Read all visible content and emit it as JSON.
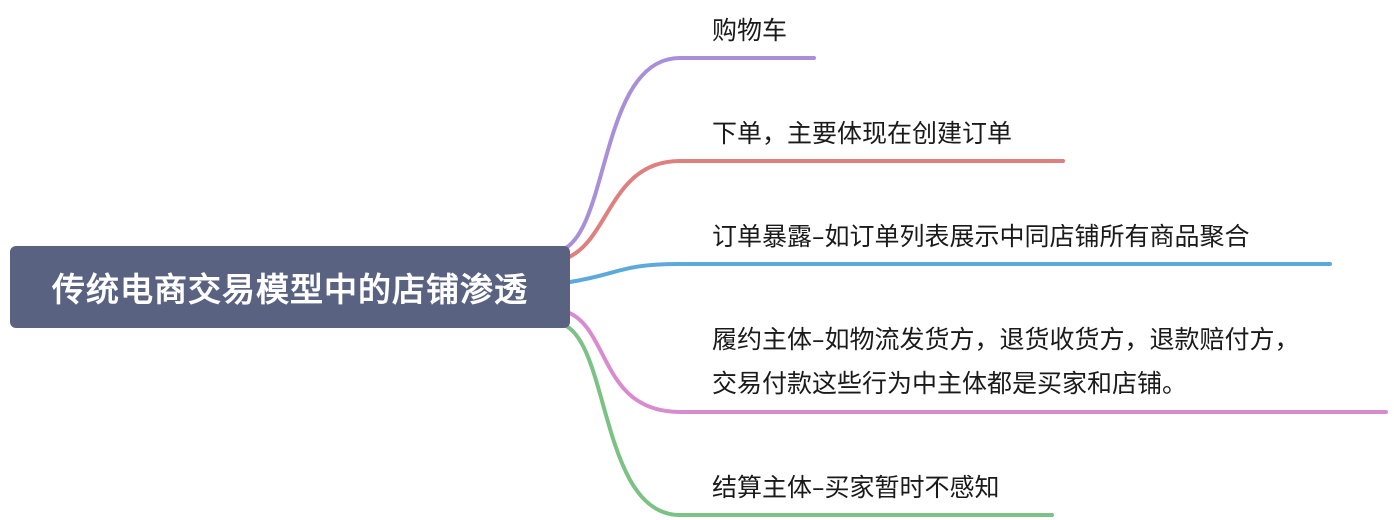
{
  "root": {
    "label": "传统电商交易模型中的店铺渗透",
    "color": "#5a6282"
  },
  "branches": [
    {
      "id": "cart",
      "lines": [
        "购物车"
      ],
      "color": "#a98fd8"
    },
    {
      "id": "order",
      "lines": [
        "下单，主要体现在创建订单"
      ],
      "color": "#de7f80"
    },
    {
      "id": "exposure",
      "lines": [
        "订单暴露–如订单列表展示中同店铺所有商品聚合"
      ],
      "color": "#5da9dc"
    },
    {
      "id": "fulfillment",
      "lines": [
        "履约主体–如物流发货方，退货收货方，退款赔付方，",
        "交易付款这些行为中主体都是买家和店铺。"
      ],
      "color": "#d98bcf"
    },
    {
      "id": "settlement",
      "lines": [
        "结算主体–买家暂时不感知"
      ],
      "color": "#7cc285"
    }
  ]
}
